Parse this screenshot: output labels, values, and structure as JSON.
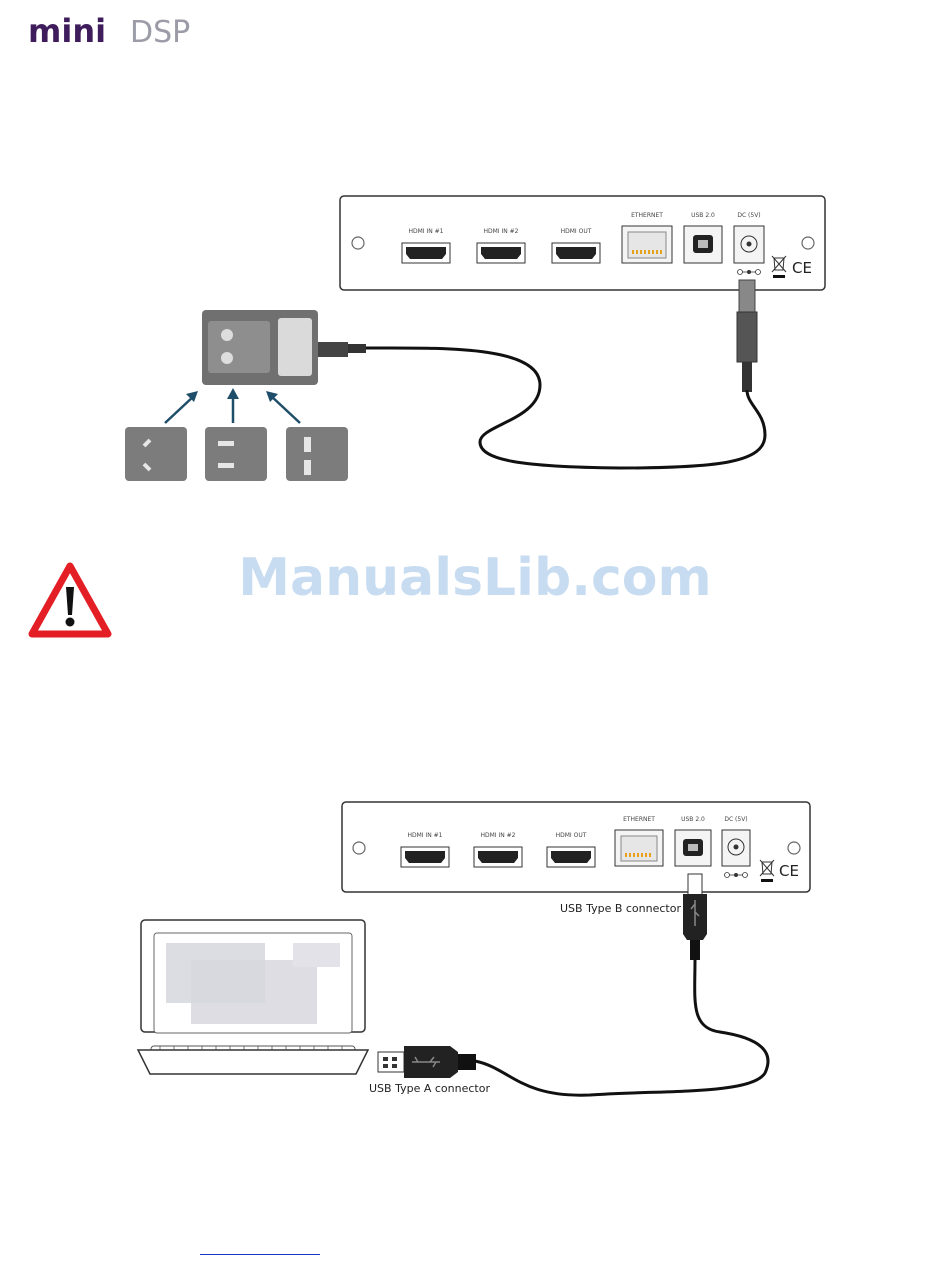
{
  "brand": {
    "logo_text": "miniDSP",
    "primary_color": "#3f1d5c",
    "secondary_color": "#9c9ca8"
  },
  "watermark": {
    "text": "ManualsLib.com",
    "color": "#c8dcf1"
  },
  "device_panel": {
    "ports": [
      "HDMI IN #1",
      "HDMI IN #2",
      "HDMI OUT",
      "ETHERNET",
      "USB 2.0",
      "DC (5V)"
    ],
    "ce_mark": "CE"
  },
  "power_figure": {
    "plug_type_icons": [
      "au-plug-icon",
      "us-plug-icon",
      "uk-plug-icon"
    ],
    "cable_color": "#111111"
  },
  "warning_icon": {
    "color": "#e31e24"
  },
  "usb_figure": {
    "type_b_label": "USB Type B connector",
    "type_a_label": "USB Type A connector"
  }
}
